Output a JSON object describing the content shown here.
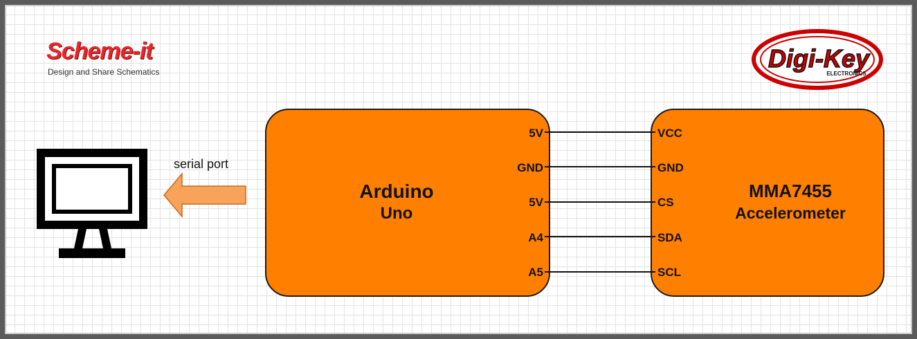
{
  "logos": {
    "scheme_it": {
      "name": "Scheme-it",
      "tagline": "Design and Share Schematics"
    },
    "digikey": {
      "name": "Digi-Key",
      "sub": "ELECTRONICS",
      "color": "#cc0000"
    }
  },
  "computer": {
    "icon": "monitor-icon"
  },
  "link": {
    "label": "serial port",
    "arrow_color": "#f7a35a"
  },
  "arduino": {
    "title_line1": "Arduino",
    "title_line2": "Uno",
    "fill": "#ff8000",
    "pins": [
      "5V",
      "GND",
      "5V",
      "A4",
      "A5"
    ]
  },
  "accelerometer": {
    "title_line1": "MMA7455",
    "title_line2": "Accelerometer",
    "fill": "#ff8000",
    "pins": [
      "VCC",
      "GND",
      "CS",
      "SDA",
      "SCL"
    ]
  }
}
